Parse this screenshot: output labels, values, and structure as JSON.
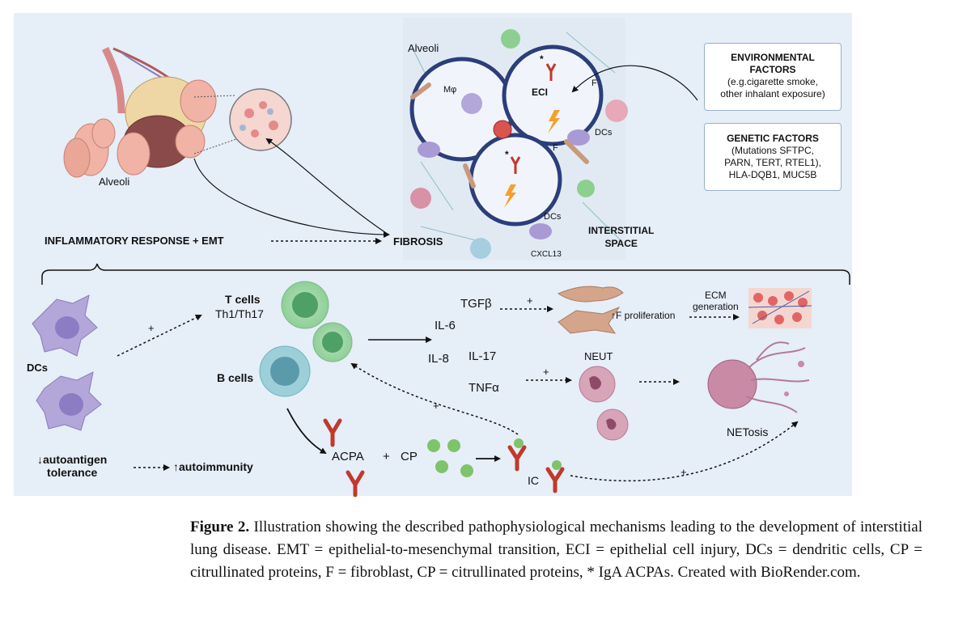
{
  "diagram": {
    "left_alveoli_label": "Alveoli",
    "top_alveoli_label": "Alveoli",
    "macrophage_label": "Mφ",
    "eci_label": "ECI",
    "eci_star": "*",
    "lower_star": "*",
    "fibroblast_label_1": "F",
    "fibroblast_label_2": "F",
    "dcs_label_1": "DCs",
    "dcs_label_2": "DCs",
    "cxcl13_label": "CXCL13",
    "fibrosis_label": "FIBROSIS",
    "interstitial_label_1": "INTERSTITIAL",
    "interstitial_label_2": "SPACE",
    "inflammatory_label": "INFLAMMATORY RESPONSE + EMT",
    "env_box": {
      "title_1": "ENVIRONMENTAL",
      "title_2": "FACTORS",
      "line_1": "(e.g.cigarette smoke,",
      "line_2": "other inhalant exposure)"
    },
    "gen_box": {
      "title": "GENETIC FACTORS",
      "line_1": "(Mutations SFTPC,",
      "line_2": "PARN, TERT, RTEL1),",
      "line_3": "HLA-DQB1, MUC5B"
    },
    "dcs_left_label": "DCs",
    "autoantigen_1": "↓autoantigen",
    "autoantigen_2": "tolerance",
    "autoimmunity": "↑autoimmunity",
    "plus_dc_to_t": "+",
    "tcells_1": "T cells",
    "tcells_2": "Th1/Th17",
    "bcells": "B cells",
    "tgfb": "TGFβ",
    "il6": "IL-6",
    "il8": "IL-8",
    "il17": "IL-17",
    "tnfa": "TNFα",
    "plus_tgfb": "+",
    "plus_tnfa": "+",
    "plus_ic_to_t": "+",
    "plus_ic_to_net": "+",
    "f_prolif": "↑F proliferation",
    "ecm_1": "ECM",
    "ecm_2": "generation",
    "neut": "NEUT",
    "netosis": "NETosis",
    "acpa": "ACPA",
    "plus_acpa_cp": "+",
    "cp": "CP",
    "ic": "IC"
  },
  "caption": {
    "figure_label": "Figure 2.",
    "text": " Illustration showing the described pathophysiological mechanisms leading to the development of interstitial lung disease. EMT = epithelial-to-mesenchymal transition, ECI = epithelial cell injury, DCs = dendritic cells, CP = citrullinated proteins, F = fibroblast, CP = citrullinated proteins, * IgA ACPAs. Created with BioRender.com."
  },
  "colors": {
    "panel_bg": "#e6eef8",
    "dc_purple": "#a99ad6",
    "t_cell_green": "#7cc48a",
    "b_cell_teal": "#6fb3c0",
    "antibody_red": "#c0392b",
    "cp_green": "#7fc36a",
    "neut_pink": "#c98aa6",
    "fibroblast_tan": "#c79a80",
    "alveolus_blue": "#2c3e7a"
  }
}
